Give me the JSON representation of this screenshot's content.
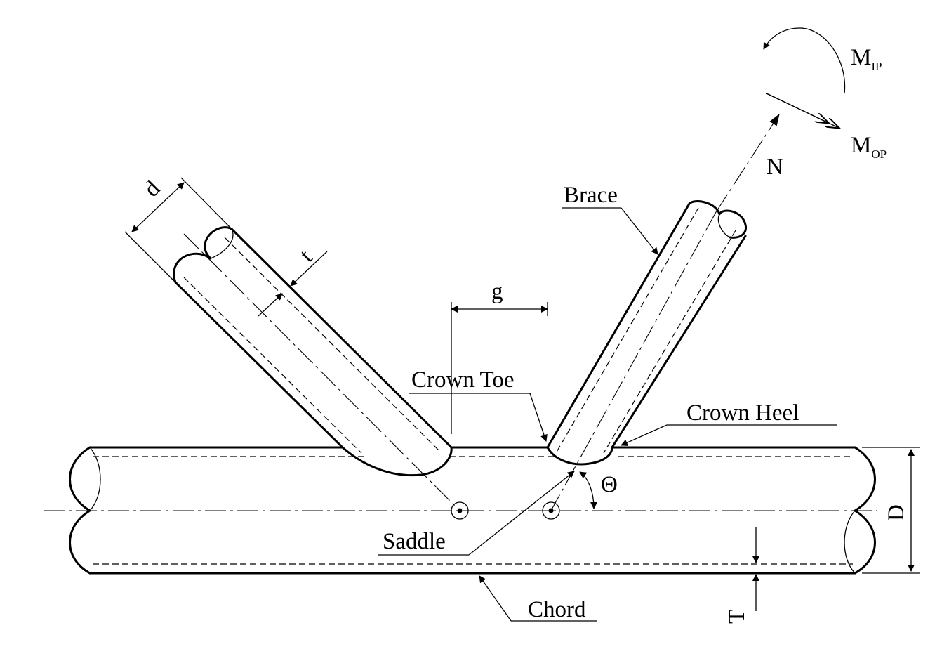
{
  "labels": {
    "d": "d",
    "t": "t",
    "g": "g",
    "brace": "Brace",
    "crown_toe": "Crown Toe",
    "crown_heel": "Crown Heel",
    "saddle": "Saddle",
    "chord": "Chord",
    "theta": "Θ",
    "D": "D",
    "T": "T",
    "N": "N",
    "M": "M",
    "IP": "IP",
    "OP": "OP"
  }
}
